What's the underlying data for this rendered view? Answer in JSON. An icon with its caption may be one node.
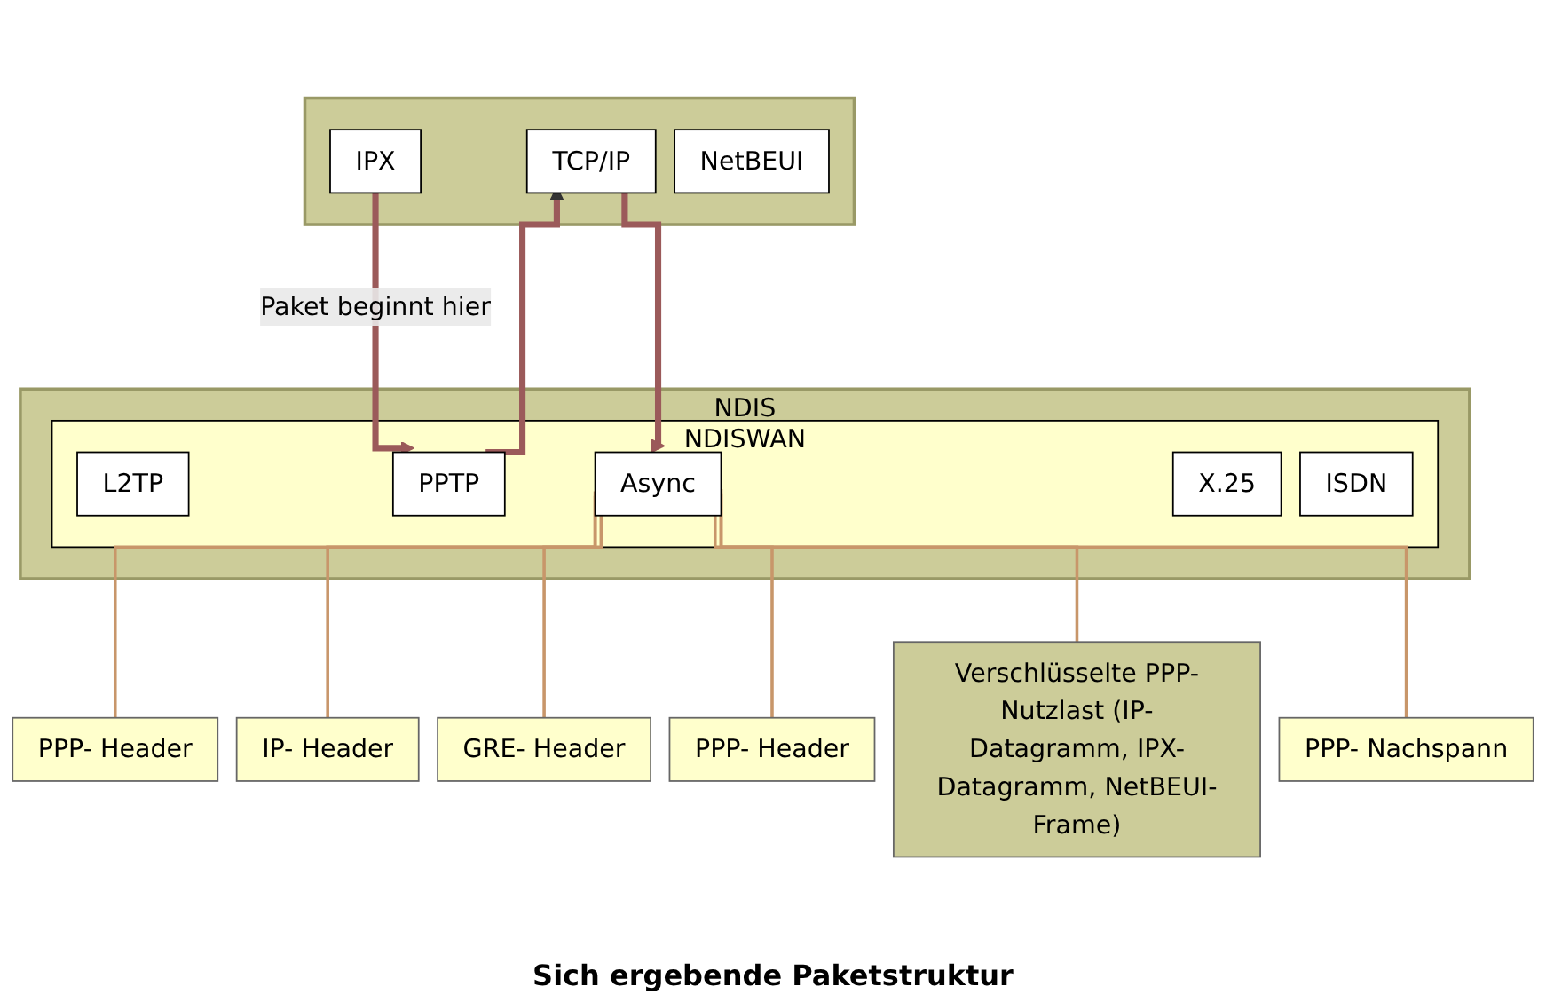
{
  "diagram": {
    "caption": "Sich ergebende Paketstruktur",
    "nodes": [
      {
        "text": [],
        "shape": "box"
      },
      {
        "text": [
          "TCP/IP"
        ],
        "in": 0
      },
      {
        "text": [
          "IPX"
        ],
        "in": 0
      },
      {
        "text": [
          "NetBEUI"
        ],
        "in": 0
      },
      {
        "text": [
          "NDIS"
        ]
      },
      {
        "text": [
          "NDISWAN"
        ],
        "in": 4
      },
      {
        "text": [
          "L2TP"
        ],
        "in": 5
      },
      {
        "text": [
          "PPTP"
        ],
        "in": 5
      },
      {
        "text": [
          "Async"
        ],
        "in": 5
      },
      {
        "text": [
          "X.25"
        ],
        "in": 5
      },
      {
        "text": [
          "ISDN"
        ],
        "in": 5
      },
      {
        "text": [
          "PPP- Header"
        ]
      },
      {
        "text": [
          "IP- Header"
        ]
      },
      {
        "text": [
          "GRE- Header"
        ]
      },
      {
        "text": [
          "PPP- Header"
        ]
      },
      {
        "text": [
          "Verschlüsselte PPP-Nutzlast (IP-Datagramm, IPX-Datagramm, NetBEUI-Frame)"
        ]
      },
      {
        "text": [
          "PPP- Nachspann"
        ]
      }
    ],
    "edges": [
      {
        "from": 1,
        "to": 8,
        "arrow": "to",
        "style": "thick"
      },
      {
        "from": 2,
        "to": 7,
        "arrow": "to",
        "label": "Paket beginnt hier",
        "style": "thick"
      },
      {
        "from": 7,
        "to": 1,
        "arrow": "to",
        "style": "thick"
      },
      {
        "from": 8,
        "to": 11,
        "arrow": "none",
        "color": "#c8966a"
      },
      {
        "from": 8,
        "to": 12,
        "arrow": "none",
        "color": "#c8966a"
      },
      {
        "from": 8,
        "to": 13,
        "arrow": "none",
        "color": "#c8966a"
      },
      {
        "from": 8,
        "to": 14,
        "arrow": "none",
        "color": "#c8966a"
      },
      {
        "from": 8,
        "to": 15,
        "arrow": "none",
        "color": "#c8966a"
      },
      {
        "from": 8,
        "to": 16,
        "arrow": "none",
        "color": "#c8966a"
      }
    ]
  }
}
